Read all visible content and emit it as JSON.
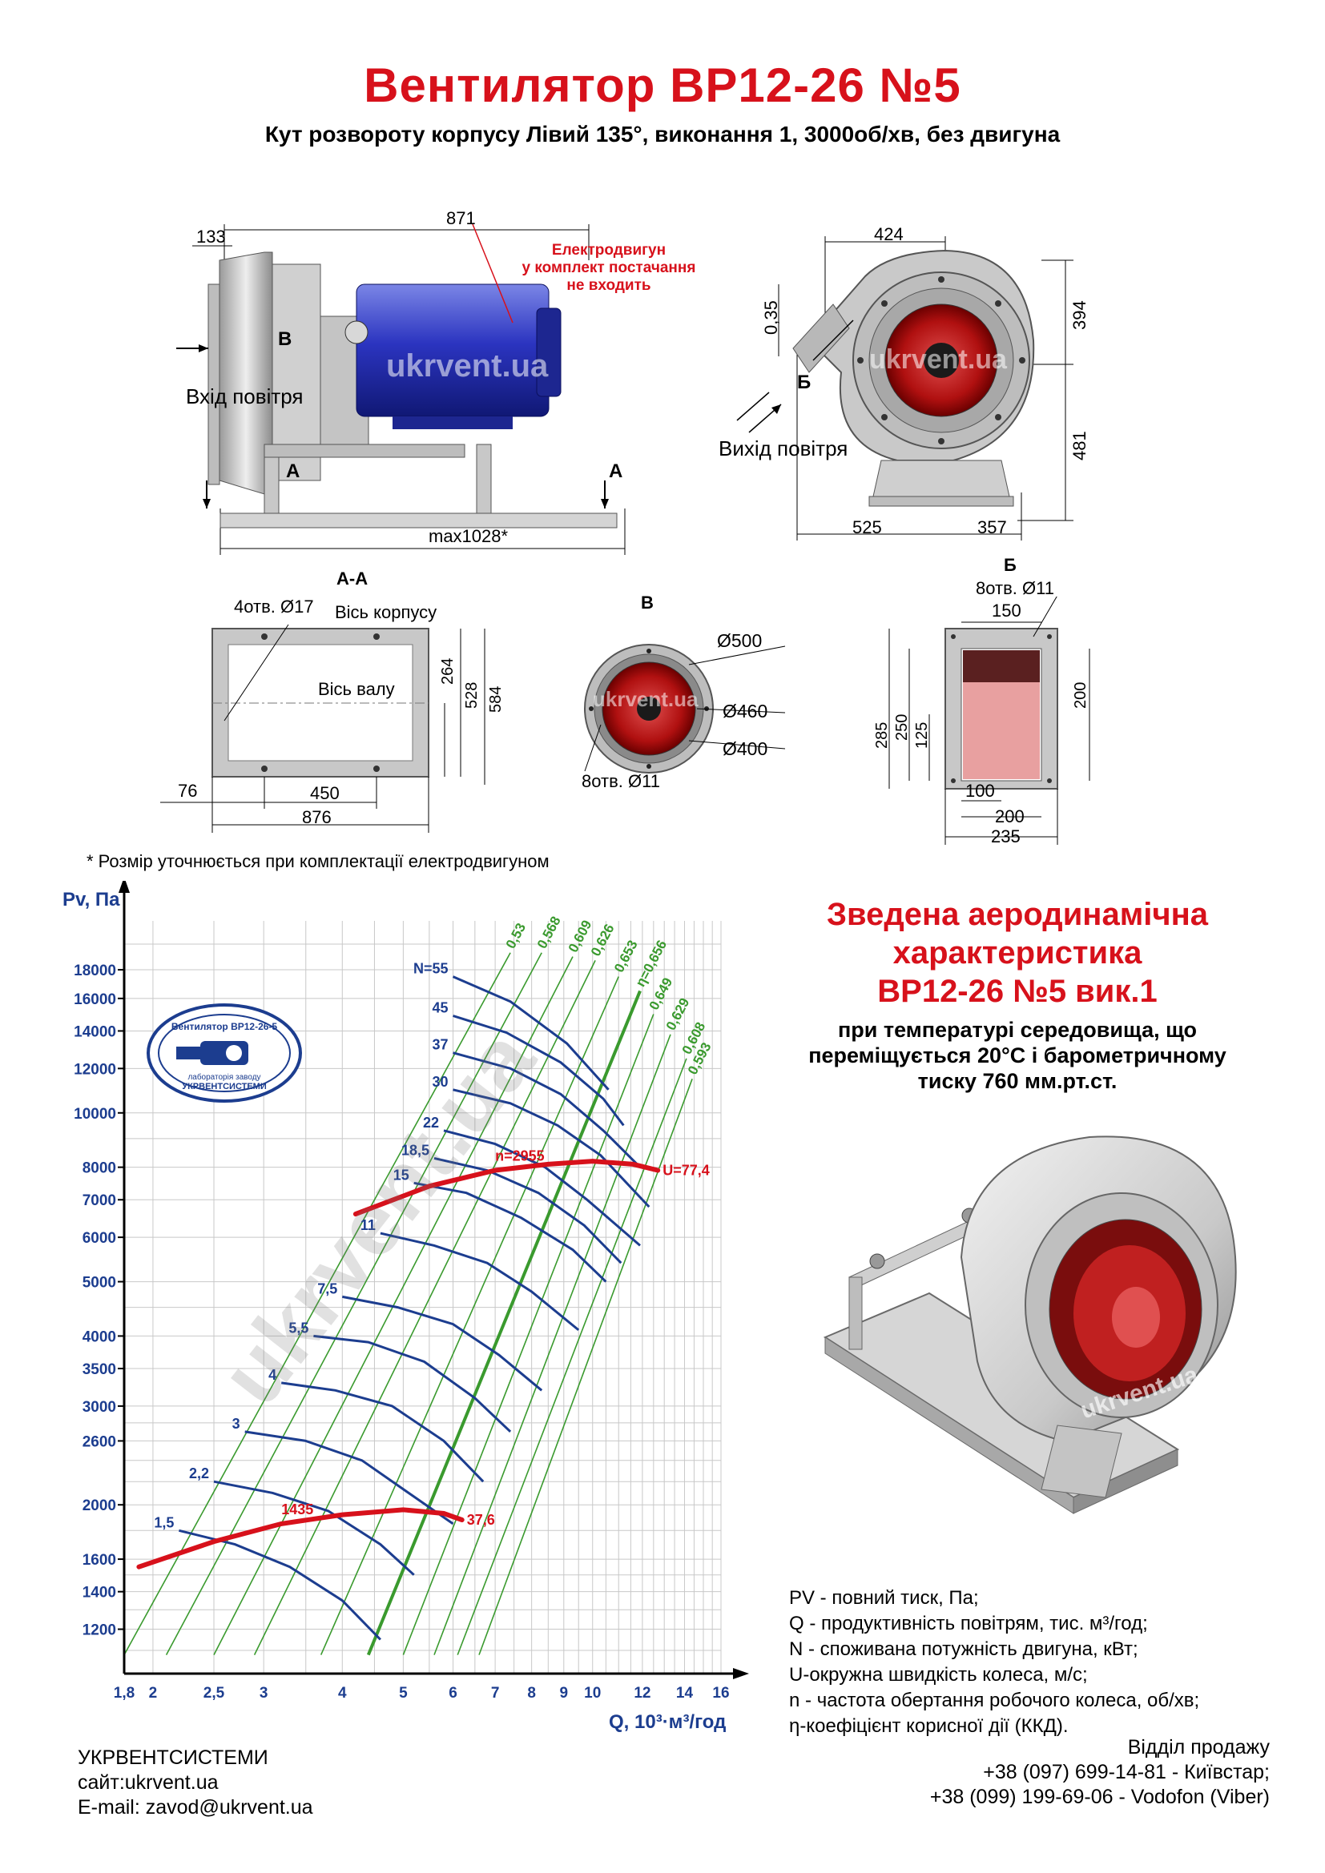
{
  "header": {
    "title": "Вентилятор  ВР12-26 №5",
    "subtitle": "Кут розвороту корпусу Лівий 135°, виконання 1, 3000об/хв, без двигуна"
  },
  "side_view": {
    "dim_top_left": "133",
    "dim_top": "871",
    "dim_bottom": "max1028*",
    "motor_note": [
      "Електродвигун",
      "у комплект постачання",
      "не входить"
    ],
    "inlet_label": "Вхід повітря",
    "arrow_b": "В",
    "arrow_a": "А",
    "watermark": "ukrvent.ua"
  },
  "front_view": {
    "dim_top": "424",
    "dim_angle": "0,35",
    "dim_right_top": "394",
    "dim_right_bottom": "481",
    "dim_bottom_left": "525",
    "dim_bottom_right": "357",
    "outlet_label": "Вихід повітря",
    "arrow_b": "Б",
    "watermark": "ukrvent.ua"
  },
  "section_aa": {
    "title": "А-А",
    "holes": "4отв. Ø17",
    "axis_body": "Вісь корпусу",
    "axis_shaft": "Вісь валу",
    "dim_264": "264",
    "dim_528": "528",
    "dim_584": "584",
    "dim_76": "76",
    "dim_450": "450",
    "dim_876": "876"
  },
  "view_v": {
    "title": "В",
    "d500": "Ø500",
    "d460": "Ø460",
    "d400": "Ø400",
    "holes": "8отв. Ø11",
    "watermark": "ukrvent.ua"
  },
  "view_b": {
    "title": "Б",
    "holes": "8отв. Ø11",
    "dim_150": "150",
    "dim_285": "285",
    "dim_250": "250",
    "dim_125": "125",
    "dim_200_right": "200",
    "dim_100": "100",
    "dim_200_bottom": "200",
    "dim_235": "235"
  },
  "footnote": "* Розмір уточнюється при комплектації електродвигуном",
  "aero": {
    "heading": [
      "Зведена аеродинамічна",
      "характеристика",
      "ВР12-26 №5 вик.1"
    ],
    "conditions": [
      "при температурі середовища, що",
      "переміщується 20°C і барометричному",
      "тиску 760 мм.рт.ст."
    ]
  },
  "stamp": {
    "top": "Вентилятор ВР12-26-5",
    "bottom": [
      "лабораторія заводу",
      "УКРВЕНТСИСТЕМИ"
    ]
  },
  "render_watermark": "ukrvent.ua",
  "chart_data": {
    "type": "line",
    "xlabel": "Q, 10³·м³/год",
    "ylabel": "Pv, Па",
    "xscale": "log",
    "yscale": "log",
    "xlim": [
      1.8,
      16
    ],
    "ylim": [
      1000,
      22000
    ],
    "x_ticks": [
      "1,8",
      "2",
      "2,5",
      "3",
      "4",
      "5",
      "6",
      "7",
      "8",
      "9",
      "10",
      "12",
      "14",
      "16"
    ],
    "x_tick_values": [
      1.8,
      2,
      2.5,
      3,
      4,
      5,
      6,
      7,
      8,
      9,
      10,
      12,
      14,
      16
    ],
    "y_ticks": [
      "1200",
      "1400",
      "1600",
      "2000",
      "2600",
      "3000",
      "3500",
      "4000",
      "5000",
      "6000",
      "7000",
      "8000",
      "10000",
      "12000",
      "14000",
      "16000",
      "18000"
    ],
    "y_tick_values": [
      1200,
      1400,
      1600,
      2000,
      2600,
      3000,
      3500,
      4000,
      5000,
      6000,
      7000,
      8000,
      10000,
      12000,
      14000,
      16000,
      18000
    ],
    "power_lines": [
      {
        "label": "N=55",
        "x": [
          6.0,
          7.4,
          9.1,
          10.6
        ],
        "y": [
          17500,
          15800,
          13300,
          11000
        ]
      },
      {
        "label": "45",
        "x": [
          6.0,
          7.3,
          8.9,
          10.4,
          11.2
        ],
        "y": [
          14900,
          13900,
          12300,
          10600,
          9500
        ]
      },
      {
        "label": "37",
        "x": [
          6.0,
          7.4,
          8.9,
          10.4,
          11.9
        ],
        "y": [
          12800,
          12000,
          10800,
          9300,
          8000
        ]
      },
      {
        "label": "30",
        "x": [
          6.0,
          7.4,
          8.8,
          10.3,
          12.3
        ],
        "y": [
          11000,
          10400,
          9500,
          8400,
          6800
        ]
      },
      {
        "label": "22",
        "x": [
          5.8,
          7.0,
          8.4,
          9.8,
          11.9
        ],
        "y": [
          9300,
          8800,
          8000,
          7000,
          5800
        ]
      },
      {
        "label": "18,5",
        "x": [
          5.6,
          6.8,
          8.2,
          9.7,
          11.1
        ],
        "y": [
          8300,
          7900,
          7200,
          6300,
          5400
        ]
      },
      {
        "label": "15",
        "x": [
          5.2,
          6.3,
          7.7,
          9.3,
          10.5
        ],
        "y": [
          7500,
          7200,
          6500,
          5700,
          5000
        ]
      },
      {
        "label": "11",
        "x": [
          4.6,
          5.6,
          6.8,
          8.0,
          9.5
        ],
        "y": [
          6100,
          5800,
          5400,
          4800,
          4100
        ]
      },
      {
        "label": "7,5",
        "x": [
          4.0,
          4.9,
          6.0,
          7.1,
          8.3
        ],
        "y": [
          4700,
          4500,
          4200,
          3700,
          3200
        ]
      },
      {
        "label": "5,5",
        "x": [
          3.6,
          4.4,
          5.4,
          6.5,
          7.4
        ],
        "y": [
          4000,
          3900,
          3600,
          3100,
          2700
        ]
      },
      {
        "label": "4",
        "x": [
          3.2,
          3.9,
          4.8,
          5.8,
          6.7
        ],
        "y": [
          3300,
          3200,
          3000,
          2600,
          2200
        ]
      },
      {
        "label": "3",
        "x": [
          2.8,
          3.5,
          4.3,
          5.1,
          6.0
        ],
        "y": [
          2700,
          2600,
          2400,
          2100,
          1850
        ]
      },
      {
        "label": "2,2",
        "x": [
          2.5,
          3.1,
          3.8,
          4.6,
          5.2
        ],
        "y": [
          2200,
          2100,
          1950,
          1700,
          1500
        ]
      },
      {
        "label": "1,5",
        "x": [
          2.2,
          2.7,
          3.3,
          4.0,
          4.6
        ],
        "y": [
          1800,
          1700,
          1550,
          1350,
          1150
        ]
      }
    ],
    "efficiency_lines": [
      {
        "label": "0,53",
        "x": [
          1.8,
          7.4
        ],
        "y": [
          1080,
          19300
        ]
      },
      {
        "label": "0,568",
        "x": [
          2.1,
          8.3
        ],
        "y": [
          1080,
          19300
        ]
      },
      {
        "label": "0,609",
        "x": [
          2.5,
          9.3
        ],
        "y": [
          1080,
          19000
        ]
      },
      {
        "label": "0,626",
        "x": [
          2.9,
          10.1
        ],
        "y": [
          1080,
          18700
        ]
      },
      {
        "label": "0,653",
        "x": [
          3.7,
          11.0
        ],
        "y": [
          1080,
          17500
        ]
      },
      {
        "label": "η=0,656",
        "x": [
          4.4,
          11.9
        ],
        "y": [
          1080,
          16500
        ]
      },
      {
        "label": "0,649",
        "x": [
          5.0,
          12.5
        ],
        "y": [
          1080,
          15000
        ]
      },
      {
        "label": "0,629",
        "x": [
          5.6,
          13.3
        ],
        "y": [
          1080,
          13800
        ]
      },
      {
        "label": "0,608",
        "x": [
          6.1,
          14.1
        ],
        "y": [
          1080,
          12500
        ]
      },
      {
        "label": "0,593",
        "x": [
          6.6,
          14.4
        ],
        "y": [
          1080,
          11500
        ]
      }
    ],
    "speed_lines": [
      {
        "label": "n=2955",
        "end_label": "U=77,4",
        "x": [
          4.2,
          5.5,
          7.0,
          8.5,
          10.0,
          11.6,
          12.7
        ],
        "y": [
          6600,
          7400,
          7900,
          8100,
          8200,
          8100,
          7900
        ]
      },
      {
        "label": "1435",
        "end_label": "37,6",
        "x": [
          1.9,
          2.5,
          3.2,
          4.0,
          5.0,
          5.8,
          6.2
        ],
        "y": [
          1550,
          1720,
          1850,
          1920,
          1960,
          1930,
          1880
        ]
      }
    ],
    "legend": [
      {
        "symbol": "PV",
        "text": " - повний тиск, Па;"
      },
      {
        "symbol": "Q",
        "text": " - продуктивність повітрям, тис. м³/год;"
      },
      {
        "symbol": "N",
        "text": " - споживана потужність двигуна, кВт;"
      },
      {
        "symbol": "U",
        "text": "-окружна швидкість колеса, м/с;"
      },
      {
        "symbol": "n",
        "text": " - частота обертання робочого колеса, об/хв;"
      },
      {
        "symbol": "η",
        "text": "-коефіцієнт корисної дії (ККД)."
      }
    ],
    "watermark": "ukrvent.ua",
    "colors": {
      "power": "#1c3d8f",
      "efficiency": "#3a9a2e",
      "speed": "#d7111b",
      "grid": "#c8c8c8"
    }
  },
  "footer": {
    "company": "УКРВЕНТСИСТЕМИ",
    "site": "сайт:ukrvent.ua",
    "email": "E-mail: zavod@ukrvent.ua",
    "sales_title": "Відділ продажу",
    "phone1": "+38 (097) 699-14-81 - Київстар;",
    "phone2": "+38 (099) 199-69-06 - Vodofon (Viber)"
  }
}
